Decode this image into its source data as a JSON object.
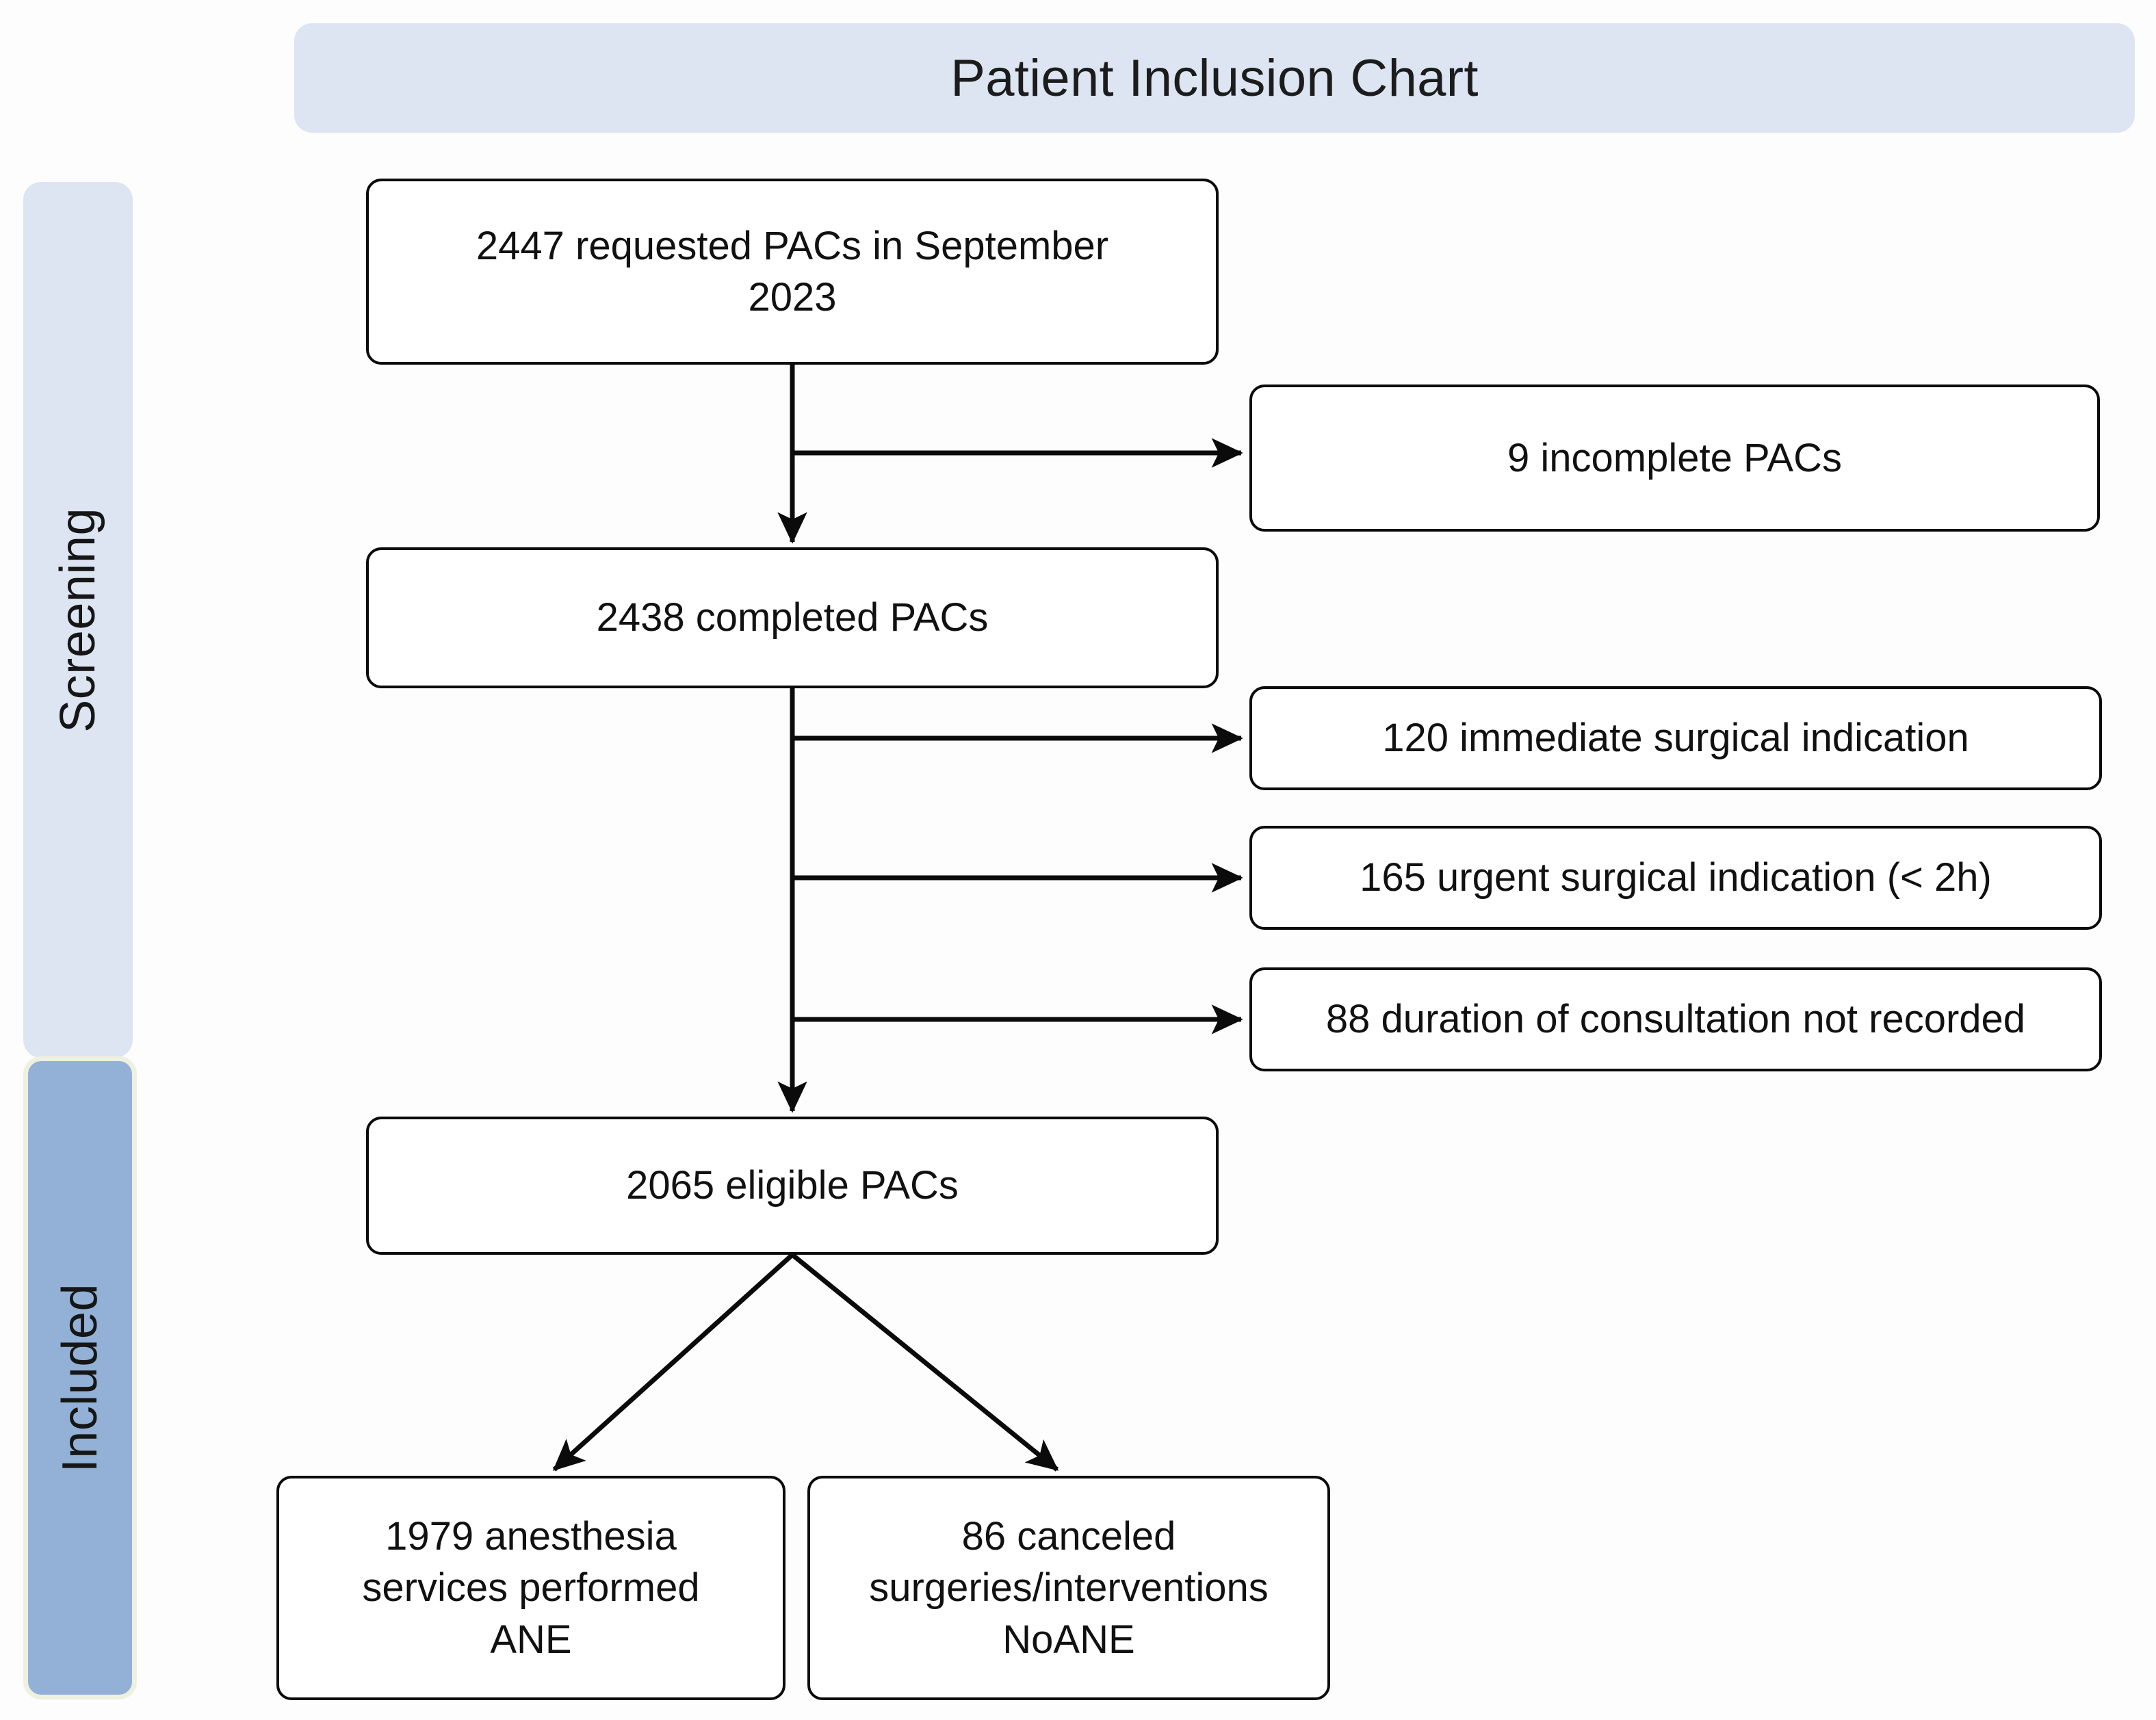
{
  "header": {
    "title": "Patient Inclusion Chart",
    "background_color": "#dce5f1"
  },
  "phases": [
    {
      "id": "screening",
      "label": "Screening",
      "background_color": "#dce5f1"
    },
    {
      "id": "included",
      "label": "Included",
      "background_color": "#93b1d7"
    }
  ],
  "chart_data": {
    "type": "diagram",
    "title": "Patient Inclusion Chart",
    "diagram_kind": "flowchart",
    "orientation": "top-to-bottom",
    "nodes": [
      {
        "id": "requested",
        "count": 2447,
        "label": "2447 requested PACs in September 2023",
        "phase": "screening",
        "kind": "main"
      },
      {
        "id": "incomplete",
        "count": 9,
        "label": "9 incomplete PACs",
        "phase": "screening",
        "kind": "exclusion"
      },
      {
        "id": "completed",
        "count": 2438,
        "label": "2438 completed PACs",
        "phase": "screening",
        "kind": "main"
      },
      {
        "id": "immediate",
        "count": 120,
        "label": "120 immediate surgical indication",
        "phase": "screening",
        "kind": "exclusion"
      },
      {
        "id": "urgent",
        "count": 165,
        "label": "165 urgent surgical indication (< 2h)",
        "phase": "screening",
        "kind": "exclusion"
      },
      {
        "id": "duration",
        "count": 88,
        "label": "88 duration of consultation not recorded",
        "phase": "screening",
        "kind": "exclusion"
      },
      {
        "id": "eligible",
        "count": 2065,
        "label": "2065 eligible PACs",
        "phase": "included",
        "kind": "main"
      },
      {
        "id": "ane",
        "count": 1979,
        "label": "1979 anesthesia services performed ANE",
        "group": "ANE",
        "phase": "included",
        "kind": "outcome"
      },
      {
        "id": "noane",
        "count": 86,
        "label": "86 canceled surgeries/interventions NoANE",
        "group": "NoANE",
        "phase": "included",
        "kind": "outcome"
      }
    ],
    "edges": [
      {
        "from": "requested",
        "to": "completed",
        "type": "vertical"
      },
      {
        "from": "requested",
        "to": "incomplete",
        "type": "branch-right"
      },
      {
        "from": "completed",
        "to": "eligible",
        "type": "vertical"
      },
      {
        "from": "completed",
        "to": "immediate",
        "type": "branch-right"
      },
      {
        "from": "completed",
        "to": "urgent",
        "type": "branch-right"
      },
      {
        "from": "completed",
        "to": "duration",
        "type": "branch-right"
      },
      {
        "from": "eligible",
        "to": "ane",
        "type": "fork-left"
      },
      {
        "from": "eligible",
        "to": "noane",
        "type": "fork-right"
      }
    ],
    "line_color": "#0b0b0b",
    "node_fill": "#ffffff"
  },
  "nodes": {
    "requested": {
      "line1": "2447 requested PACs in September",
      "line2": "2023"
    },
    "incomplete": {
      "text": "9 incomplete PACs"
    },
    "completed": {
      "text": "2438 completed PACs"
    },
    "immediate": {
      "text": "120 immediate surgical indication"
    },
    "urgent": {
      "text": "165 urgent surgical indication (< 2h)"
    },
    "duration": {
      "text": "88 duration of consultation not recorded"
    },
    "eligible": {
      "text": "2065 eligible PACs"
    },
    "ane": {
      "line1": "1979 anesthesia",
      "line2": "services performed",
      "line3": "ANE"
    },
    "noane": {
      "line1": "86 canceled",
      "line2": "surgeries/interventions",
      "line3": "NoANE"
    }
  }
}
